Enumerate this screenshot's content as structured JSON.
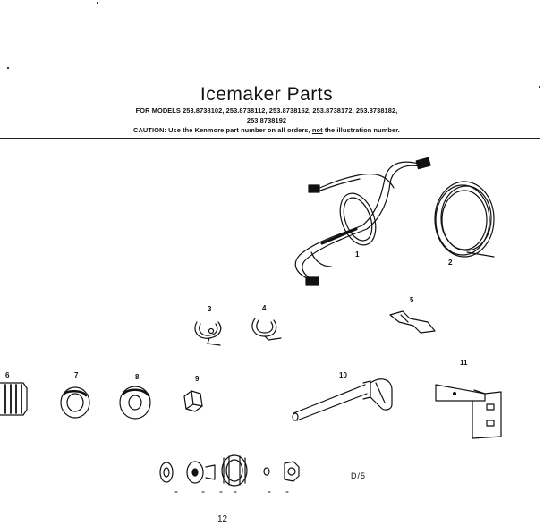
{
  "header": {
    "title": "Icemaker Parts",
    "models_line_1": "FOR  MODELS  253.8738102,  253.8738112,  253.8738162,  253.8738172,  253.8738182,",
    "models_line_2": "253.8738192",
    "caution_prefix": "CAUTION: Use the Kenmore part number on all orders, ",
    "caution_emph": "not",
    "caution_suffix": " the illustration number."
  },
  "callouts": {
    "c1": "1",
    "c2": "2",
    "c3": "3",
    "c4": "4",
    "c5": "5",
    "c6": "6",
    "c7": "7",
    "c8": "8",
    "c9": "9",
    "c10": "10",
    "c11": "11"
  },
  "footer": {
    "diagram_code": "D/5",
    "page_number": "12"
  }
}
